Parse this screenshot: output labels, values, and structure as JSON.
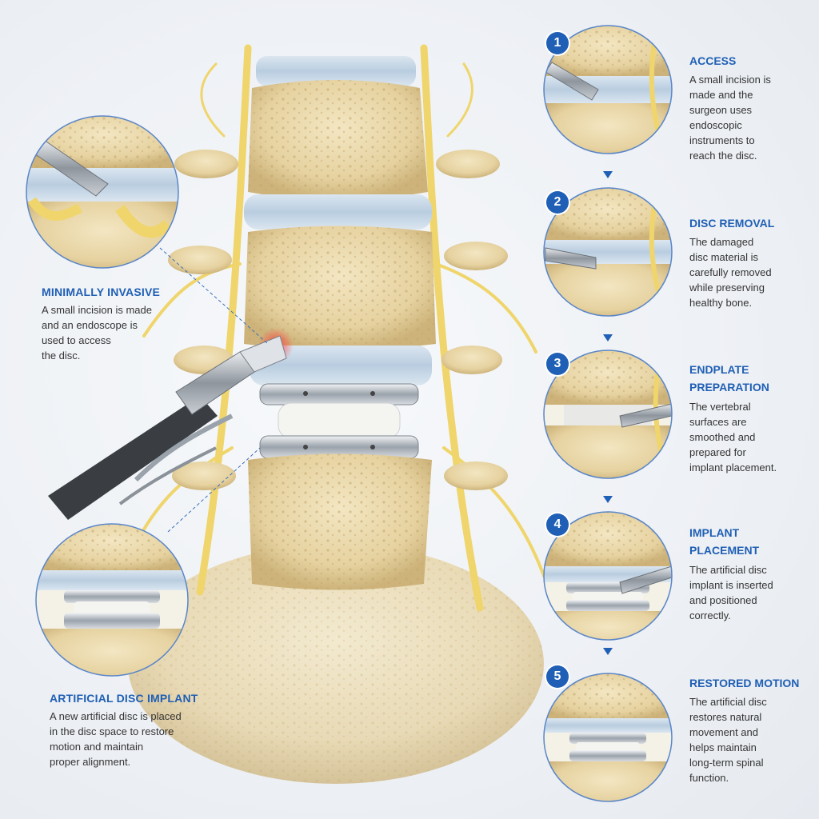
{
  "callouts": {
    "minimally_invasive": {
      "title": "MINIMALLY INVASIVE",
      "lines": [
        "A small incision is made",
        "and an endoscope is",
        "used to access",
        "the disc."
      ]
    },
    "artificial_disc": {
      "title": "ARTIFICIAL DISC IMPLANT",
      "lines": [
        "A new artificial disc is placed",
        "in the disc space to restore",
        "motion and maintain",
        "proper alignment."
      ]
    }
  },
  "steps": [
    {
      "number": "1",
      "title_lines": [
        "ACCESS"
      ],
      "lines": [
        "A small incision is",
        "made and the",
        "surgeon uses",
        "endoscopic",
        "instruments to",
        "reach the disc."
      ]
    },
    {
      "number": "2",
      "title_lines": [
        "DISC REMOVAL"
      ],
      "lines": [
        "The damaged",
        "disc material is",
        "carefully removed",
        "while preserving",
        "healthy bone."
      ]
    },
    {
      "number": "3",
      "title_lines": [
        "ENDPLATE",
        "PREPARATION"
      ],
      "lines": [
        "The vertebral",
        "surfaces are",
        "smoothed and",
        "prepared for",
        "implant placement."
      ]
    },
    {
      "number": "4",
      "title_lines": [
        "IMPLANT",
        "PLACEMENT"
      ],
      "lines": [
        "The artificial disc",
        "implant is inserted",
        "and positioned",
        "correctly."
      ]
    },
    {
      "number": "5",
      "title_lines": [
        "RESTORED MOTION"
      ],
      "lines": [
        "The artificial disc",
        "restores natural",
        "movement and",
        "helps maintain",
        "long-term spinal",
        "function."
      ]
    }
  ],
  "colors": {
    "accent": "#1f5fb5",
    "bone": "#e9d7a8",
    "disc": "#c9d9e8",
    "nerve": "#f0d870",
    "metal": "#b8bec6"
  }
}
